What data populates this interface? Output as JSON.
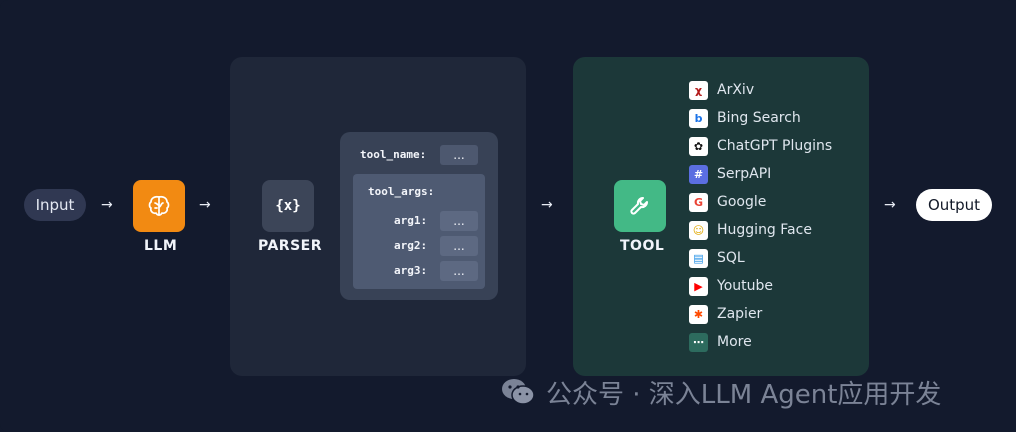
{
  "flow": {
    "input": "Input",
    "output": "Output",
    "llm_label": "LLM",
    "parser_label": "PARSER",
    "parser_glyph": "{x}",
    "tool_label": "TOOL"
  },
  "parser": {
    "tool_name_key": "tool_name:",
    "tool_args_key": "tool_args:",
    "ellipsis": "...",
    "args": [
      "arg1:",
      "arg2:",
      "arg3:"
    ]
  },
  "tools": [
    {
      "label": "ArXiv",
      "icon": "arxiv-icon",
      "color": "#b31b1b"
    },
    {
      "label": "Bing Search",
      "icon": "bing-icon",
      "color": "#1a73e8"
    },
    {
      "label": "ChatGPT Plugins",
      "icon": "openai-icon",
      "color": "#111111"
    },
    {
      "label": "SerpAPI",
      "icon": "serpapi-icon",
      "color": "#5b6ee1"
    },
    {
      "label": "Google",
      "icon": "google-icon",
      "color": "#ea4335"
    },
    {
      "label": "Hugging Face",
      "icon": "hugging-face-icon",
      "color": "#f6c93c"
    },
    {
      "label": "SQL",
      "icon": "sql-icon",
      "color": "#1f8fe6"
    },
    {
      "label": "Youtube",
      "icon": "youtube-icon",
      "color": "#ff0000"
    },
    {
      "label": "Zapier",
      "icon": "zapier-icon",
      "color": "#ff4a00"
    },
    {
      "label": "More",
      "icon": "more-icon",
      "color": "#2d6b5e"
    }
  ],
  "watermark": {
    "text": "公众号 · 深入LLM Agent应用开发"
  },
  "colors": {
    "background": "#131a2d",
    "llm": "#f28a12",
    "parser": "#3c4558",
    "tool": "#43b986"
  }
}
